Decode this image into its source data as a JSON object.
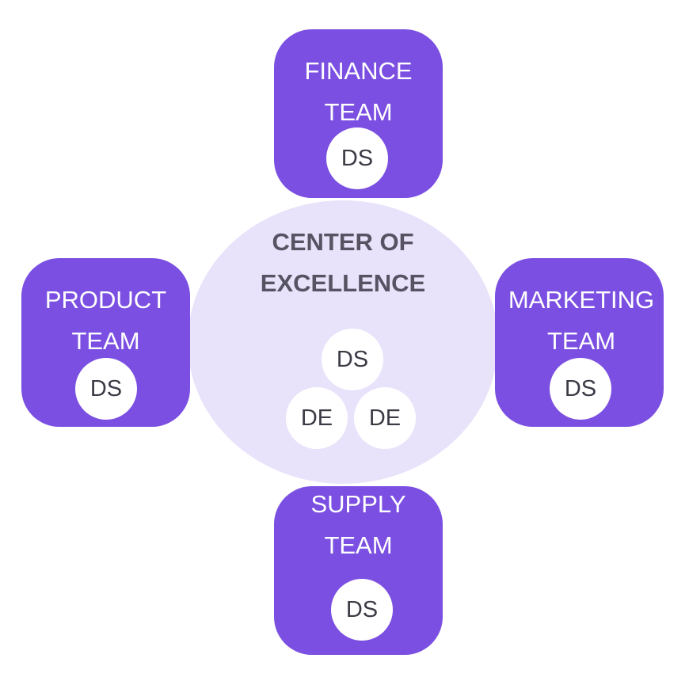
{
  "center": {
    "title_line1": "CENTER OF",
    "title_line2": "EXCELLENCE",
    "members": [
      "DS",
      "DE",
      "DE"
    ]
  },
  "teams": {
    "finance": {
      "line1": "FINANCE",
      "line2": "TEAM",
      "member": "DS"
    },
    "product": {
      "line1": "PRODUCT",
      "line2": "TEAM",
      "member": "DS"
    },
    "marketing": {
      "line1": "MARKETING",
      "line2": "TEAM",
      "member": "DS"
    },
    "supply": {
      "line1": "SUPPLY",
      "line2": "TEAM",
      "member": "DS"
    }
  },
  "colors": {
    "team_fill": "#7b4fe1",
    "center_fill": "#e9e2fb",
    "center_text": "#565363",
    "badge_fill": "#ffffff"
  }
}
